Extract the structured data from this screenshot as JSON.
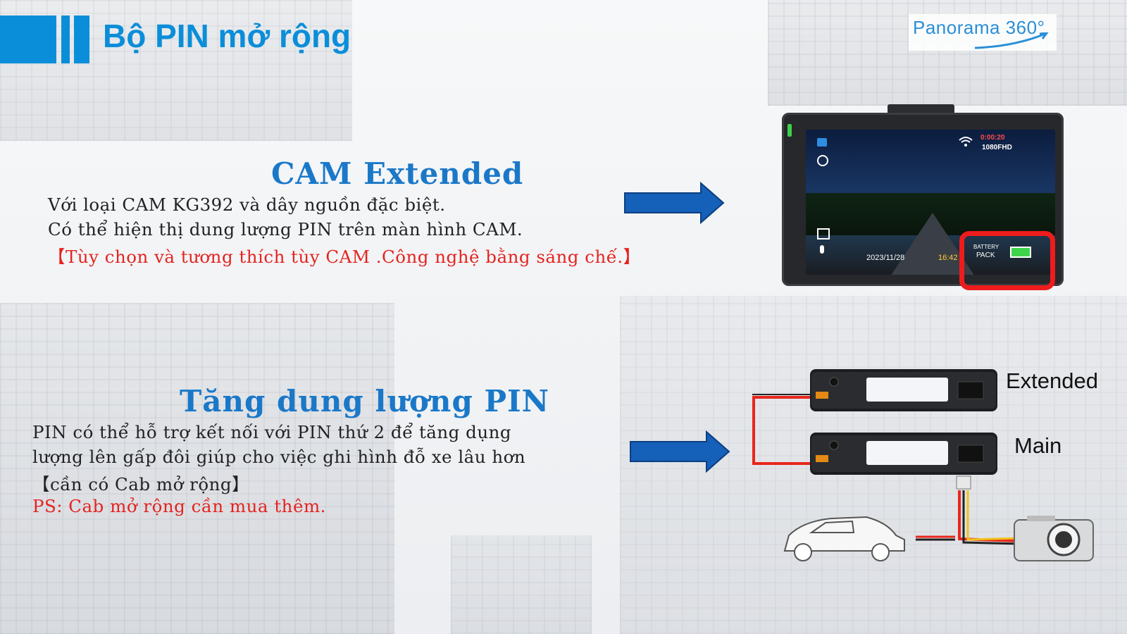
{
  "header": {
    "title": "Bộ PIN mở rộng",
    "logo_text": "Panorama 360°"
  },
  "section1": {
    "heading": "CAM Extended",
    "lines": [
      "Với loại CAM KG392 và dây nguồn đặc biệt.",
      "Có thể hiện thị dung lượng PIN trên màn hình CAM."
    ],
    "note": "【Tùy chọn và tương thích tùy CAM .Công nghệ bằng sáng chế.】",
    "screen": {
      "timer": "0:00:20",
      "resolution": "1080FHD",
      "date": "2023/11/28",
      "time": "16:42",
      "battery_label_1": "BATTERY",
      "battery_label_2": "PACK"
    }
  },
  "section2": {
    "heading": "Tăng dung lượng PIN",
    "lines": [
      "PIN có thể hỗ trợ kết nối với PIN thứ 2 để tăng dụng",
      "lượng lên gấp đôi giúp cho việc ghi hình đỗ xe lâu hơn",
      "【cần có Cab mở rộng】"
    ],
    "note": "PS: Cab mở rộng cần mua thêm.",
    "pack_labels": {
      "extended": "Extended",
      "main": "Main"
    }
  },
  "colors": {
    "accent": "#0b8ed9",
    "heading": "#1b78c8",
    "red": "#e5231f",
    "arrow": "#1560b8"
  }
}
